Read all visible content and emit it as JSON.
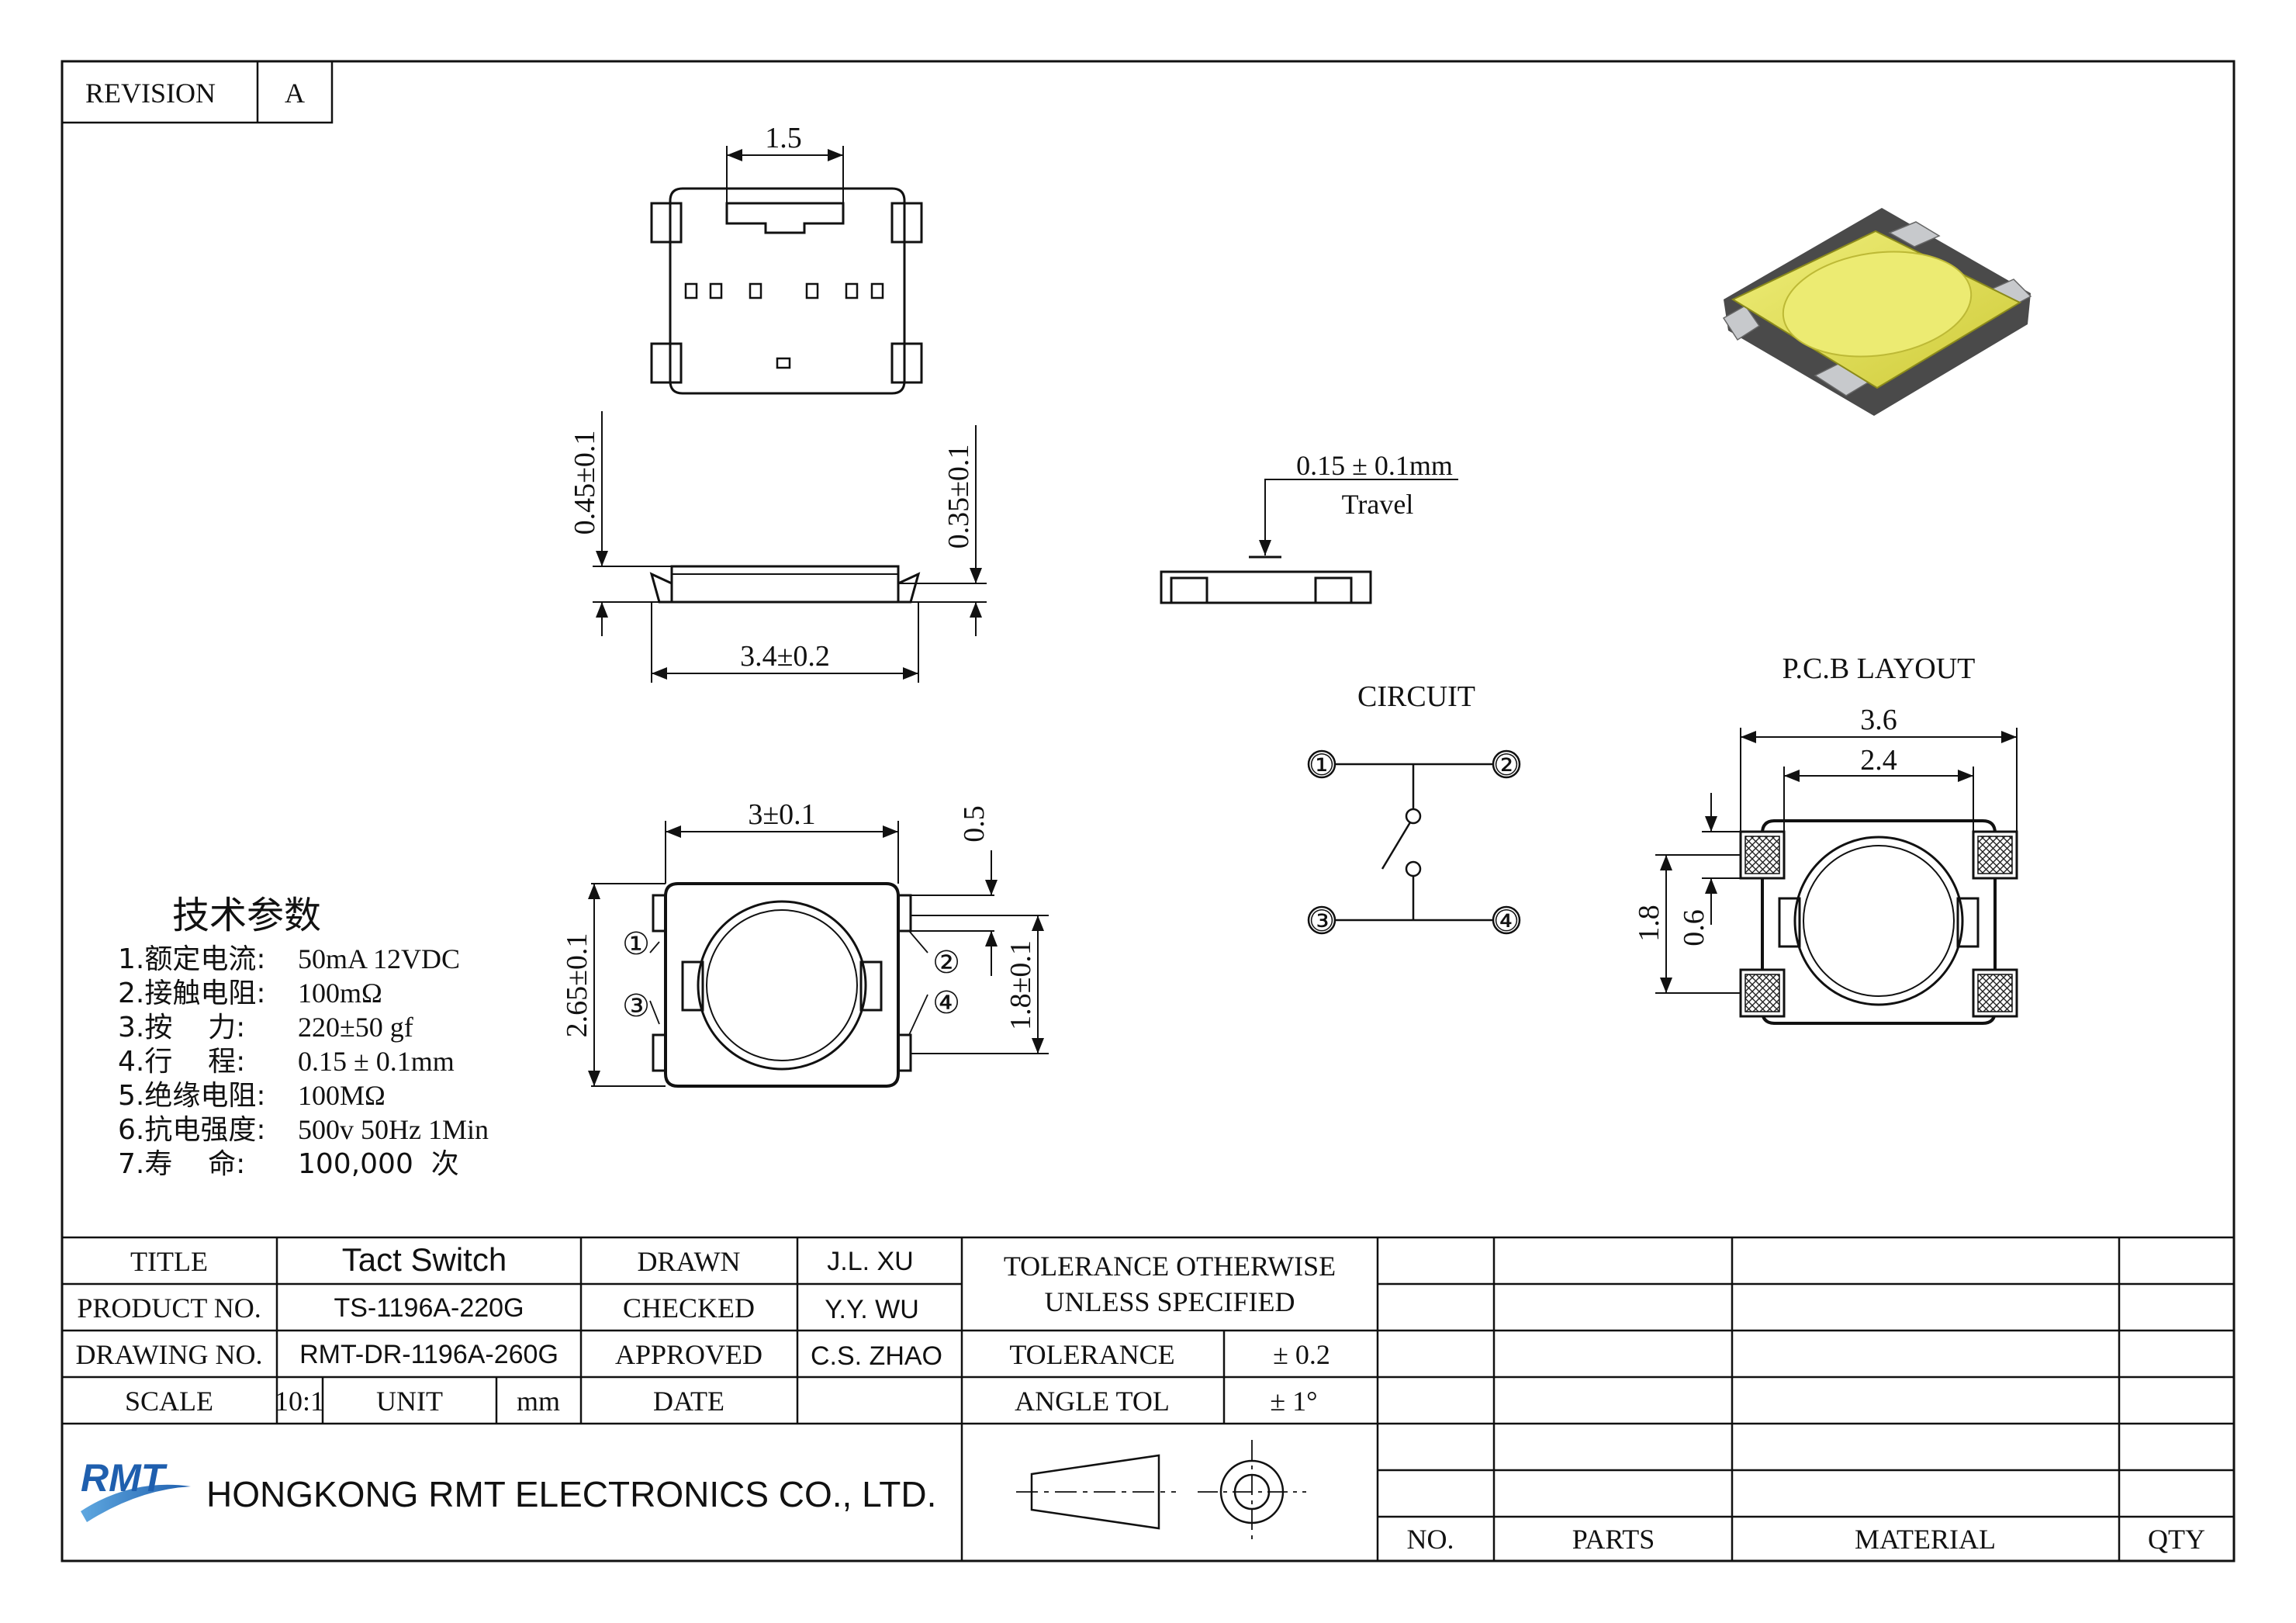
{
  "revision": {
    "label": "REVISION",
    "value": "A"
  },
  "dims": {
    "top_width": "1.5",
    "height_a": "0.45±0.1",
    "height_b": "0.35±0.1",
    "side_width": "3.4±0.2",
    "travel_value": "0.15 ± 0.1mm",
    "travel_label": "Travel",
    "bottom_width": "3±0.1",
    "bottom_height": "2.65±0.1",
    "pin_gap": "0.5",
    "pin_pitch": "1.8±0.1"
  },
  "pin_labels": [
    "①",
    "②",
    "③",
    "④"
  ],
  "circuit": {
    "title": "CIRCUIT"
  },
  "pcb": {
    "title": "P.C.B LAYOUT",
    "outer_width": "3.6",
    "inner_width": "2.4",
    "pitch": "1.8",
    "pad": "0.6"
  },
  "specs": {
    "heading": "技术参数",
    "items": [
      {
        "label": "1.额定电流:",
        "value": "50mA 12VDC"
      },
      {
        "label": "2.接触电阻:",
        "value": "100mΩ"
      },
      {
        "label": "3.按    力:",
        "value": "220±50 gf"
      },
      {
        "label": "4.行    程:",
        "value": "0.15 ± 0.1mm"
      },
      {
        "label": "5.绝缘电阻:",
        "value": "100MΩ"
      },
      {
        "label": "6.抗电强度:",
        "value": "500v 50Hz 1Min"
      },
      {
        "label": "7.寿    命:",
        "value": "100,000  次"
      }
    ]
  },
  "title_block": {
    "title_label": "TITLE",
    "title_value": "Tact Switch",
    "product_label": "PRODUCT NO.",
    "product_value": "TS-1196A-220G",
    "drawing_label": "DRAWING NO.",
    "drawing_value": "RMT-DR-1196A-260G",
    "scale_label": "SCALE",
    "scale_value": "10:1",
    "unit_label": "UNIT",
    "unit_value": "mm",
    "drawn_label": "DRAWN",
    "drawn_value": "J.L. XU",
    "checked_label": "CHECKED",
    "checked_value": "Y.Y. WU",
    "approved_label": "APPROVED",
    "approved_value": "C.S. ZHAO",
    "date_label": "DATE",
    "tol_note_1": "TOLERANCE OTHERWISE",
    "tol_note_2": "UNLESS SPECIFIED",
    "tolerance_label": "TOLERANCE",
    "tolerance_value": "± 0.2",
    "angle_label": "ANGLE TOL",
    "angle_value": "± 1°",
    "company_logo": "RMT",
    "company_name": "HONGKONG RMT ELECTRONICS CO., LTD."
  },
  "parts_table": {
    "headers": [
      "NO.",
      "PARTS",
      "MATERIAL",
      "QTY"
    ]
  },
  "colors": {
    "switch_yellow": "#e7e55a",
    "logo_blue": "#1f5fae",
    "line": "#111111"
  }
}
